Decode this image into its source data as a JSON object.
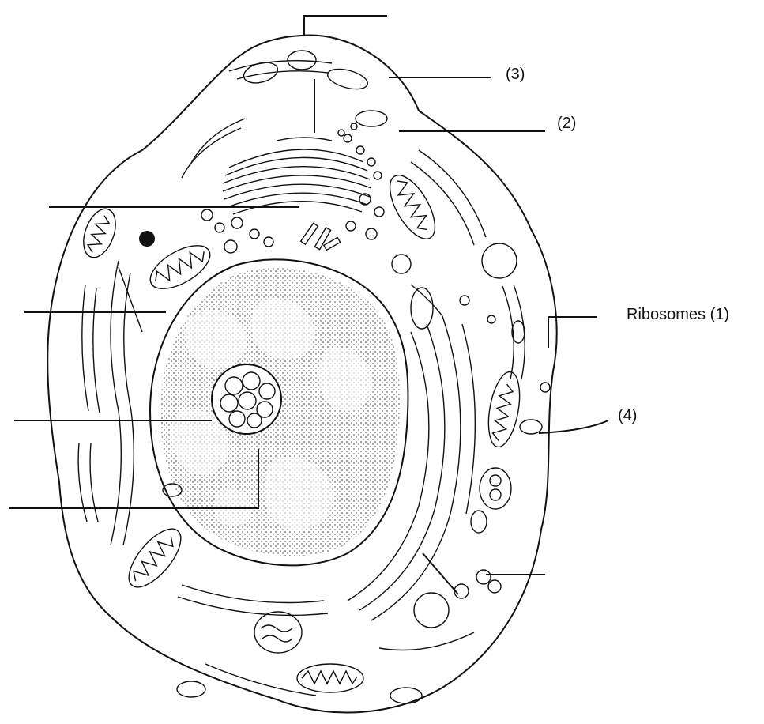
{
  "diagram": {
    "labels": {
      "ribosomes": "Ribosomes (1)",
      "label_2": "(2)",
      "label_3": "(3)",
      "label_4": "(4)"
    }
  }
}
